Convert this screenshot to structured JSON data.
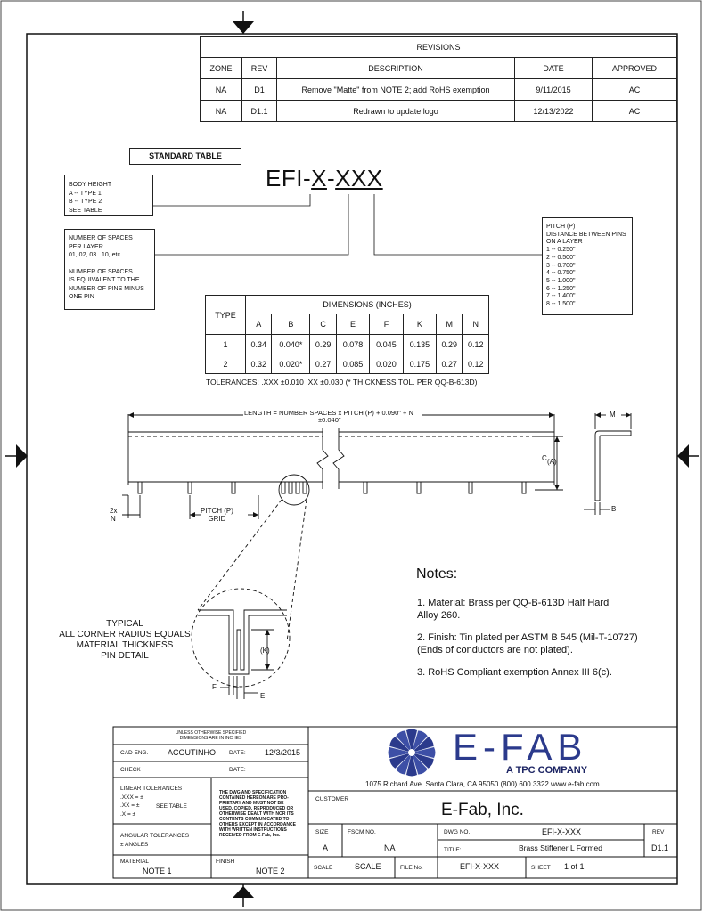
{
  "revisions": {
    "title": "REVISIONS",
    "headers": [
      "ZONE",
      "REV",
      "DESCRIPTION",
      "DATE",
      "APPROVED"
    ],
    "rows": [
      [
        "NA",
        "D1",
        "Remove \"Matte\" from NOTE 2; add RoHS  exemption",
        "9/11/2015",
        "AC"
      ],
      [
        "NA",
        "D1.1",
        "Redrawn to update logo",
        "12/13/2022",
        "AC"
      ]
    ]
  },
  "standard_table_label": "STANDARD TABLE",
  "part_code": {
    "prefix": "EFI-",
    "type": "X",
    "dash": "-",
    "spaces": "XXX"
  },
  "callouts": {
    "body_height": [
      "BODY HEIGHT",
      "A -- TYPE 1",
      "B -- TYPE 2",
      "SEE TABLE"
    ],
    "spaces": [
      "NUMBER OF SPACES",
      "PER LAYER",
      "01, 02, 03...10, etc.",
      "",
      "NUMBER OF SPACES",
      "IS EQUIVALENT TO THE",
      "NUMBER OF PINS MINUS",
      "ONE PIN"
    ],
    "pitch": [
      "PITCH (P)",
      "DISTANCE BETWEEN PINS",
      "ON A LAYER",
      "1 -- 0.250\"",
      "2 -- 0.500\"",
      "3 -- 0.700\"",
      "4 -- 0.750\"",
      "5 -- 1.000\"",
      "6 -- 1.250\"",
      "7 -- 1.400\"",
      "8 -- 1.500\""
    ]
  },
  "dimensions": {
    "title": "DIMENSIONS (INCHES)",
    "type_label": "TYPE",
    "columns": [
      "A",
      "B",
      "C",
      "E",
      "F",
      "K",
      "M",
      "N"
    ],
    "rows": [
      {
        "type": "1",
        "values": [
          "0.34",
          "0.040*",
          "0.29",
          "0.078",
          "0.045",
          "0.135",
          "0.29",
          "0.12"
        ]
      },
      {
        "type": "2",
        "values": [
          "0.32",
          "0.020*",
          "0.27",
          "0.085",
          "0.020",
          "0.175",
          "0.27",
          "0.12"
        ]
      }
    ],
    "tolerances": "TOLERANCES: .XXX ±0.010    .XX ±0.030 (* THICKNESS TOL. PER QQ-B-613D)"
  },
  "drawing_labels": {
    "length": "LENGTH = NUMBER SPACES x PITCH (P) + 0.090\" + N",
    "length_tol": "±0.040\"",
    "c_label": "C",
    "a_label": "(A)",
    "m_label": "M",
    "b_label": "B",
    "n_label_1": "2x",
    "n_label_2": "N",
    "pitch_label_1": "PITCH (P)",
    "pitch_label_2": "GRID",
    "typical": [
      "TYPICAL",
      "ALL CORNER RADIUS EQUALS",
      "MATERIAL THICKNESS",
      "PIN DETAIL"
    ],
    "k_label": "(K)",
    "f_label": "F",
    "e_label": "E"
  },
  "notes": {
    "title": "Notes:",
    "items": [
      [
        "1. Material: Brass  per QQ-B-613D Half Hard",
        "Alloy 260."
      ],
      [
        "2. Finish: Tin plated per ASTM B 545 (Mil-T-10727)",
        "(Ends of conductors are not plated)."
      ],
      [
        "3. RoHS Compliant exemption Annex III 6(c)."
      ]
    ]
  },
  "title_block": {
    "unless": [
      "UNLESS OTHERWISE SPECIFIED",
      "DIMENSIONS ARE IN INCHES"
    ],
    "cad_eng_label": "CAD ENG.",
    "cad_eng": "ACOUTINHO",
    "date_label": "DATE:",
    "cad_date": "12/3/2015",
    "check_label": "CHECK",
    "check_date_label": "DATE:",
    "linear_tol": [
      "LINEAR TOLERANCES",
      ".XXX = ±",
      ".XX  = ±",
      ".X   = ±"
    ],
    "see_table": "SEE TABLE",
    "proprietary": [
      "THE DWG AND SPECIFICATION",
      "CONTAINED HEREON ARE PRO-",
      "PRIETARY AND MUST NOT BE",
      "USED, COPIED, REPRODUCED OR",
      "OTHERWISE DEALT WITH NOR ITS",
      "CONTENTS COMMUNICATED TO",
      "OTHERS EXCEPT IN ACCORDANCE",
      "WITH WRITTEN INSTRUCTIONS",
      "RECEIVED FROM E-Fab, Inc."
    ],
    "angular_tol": [
      "ANGULAR TOLERANCES",
      "±       ANGLES"
    ],
    "material_label": "MATERIAL",
    "material": "NOTE 1",
    "finish_label": "FINISH",
    "finish": "NOTE 2",
    "logo_text": "E-FAB",
    "logo_sub": "A TPC COMPANY",
    "address": "1075 Richard Ave. Santa Clara, CA 95050 (800) 600.3322 www.e-fab.com",
    "customer_label": "CUSTOMER",
    "customer": "E-Fab, Inc.",
    "size_label": "SIZE",
    "size": "A",
    "fscm_label": "FSCM NO.",
    "fscm": "NA",
    "dwg_label": "DWG NO.",
    "dwg": "EFI-X-XXX",
    "rev_label": "REV",
    "rev": "D1.1",
    "title_label": "TITLE:",
    "title": "Brass Stiffener L Formed",
    "scale_label": "SCALE",
    "scale": "SCALE",
    "file_label": "FILE No.",
    "file": "EFI-X-XXX",
    "sheet_label": "SHEET",
    "sheet": "1 of 1",
    "colors": {
      "logo_blue": "#2b3a8c",
      "logo_dark": "#1c2463"
    }
  }
}
